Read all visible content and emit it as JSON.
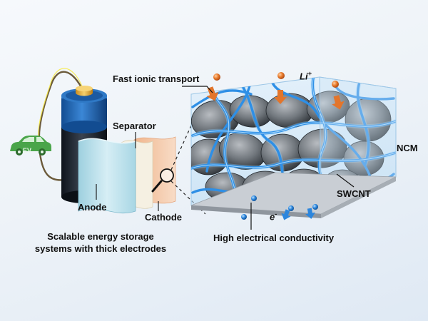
{
  "vehicle": {
    "badge": "EV"
  },
  "labels": {
    "fast_ionic_transport": "Fast ionic transport",
    "li_ion": "Li",
    "li_charge": "+",
    "separator": "Separator",
    "anode": "Anode",
    "cathode": "Cathode",
    "ncm": "NCM",
    "swcnt": "SWCNT",
    "electron": "e",
    "electron_charge": "-",
    "high_conductivity": "High electrical conductivity"
  },
  "caption": {
    "line1": "Scalable energy storage",
    "line2": "systems with thick electrodes"
  },
  "colors": {
    "background": "#eef3f8",
    "battery_blue": "#1f66b5",
    "battery_black": "#1c2430",
    "terminal_gold": "#e0a93a",
    "car_green": "#4aa54a",
    "separator": "#f0ead8",
    "cathode": "#f2c7a8",
    "anode": "#bde0ea",
    "nanotube": "#2e8fe6",
    "nanotube_glow": "#8fd0ff",
    "li_ion": "#e3752b",
    "electron": "#2c86dd",
    "particle": "#6d737a"
  },
  "icons": [
    "car-icon",
    "battery-cell-icon",
    "magnifier-icon",
    "arrow-down-icon",
    "electron-dot-icon"
  ]
}
